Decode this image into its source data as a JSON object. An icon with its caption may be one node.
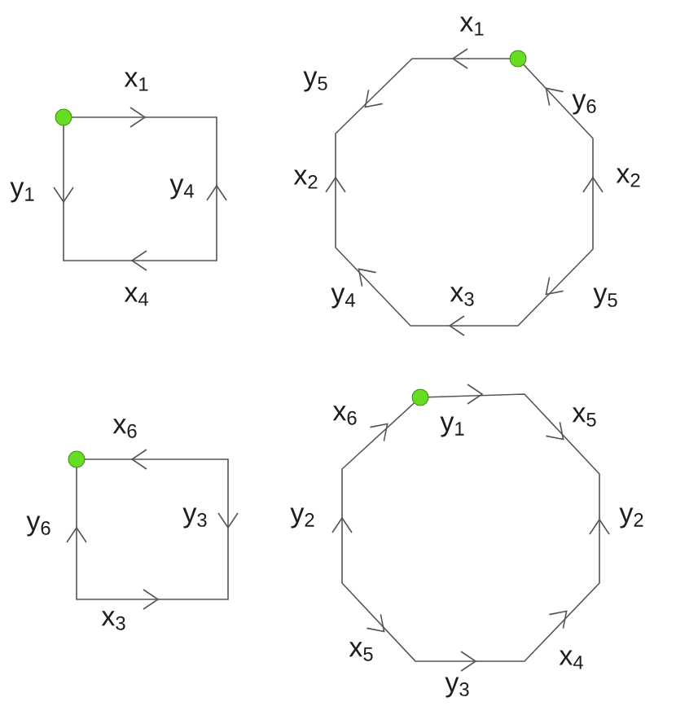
{
  "diagram": {
    "labels": [
      "x$_{1}$",
      "y$_{1}$",
      "y$_{4}$",
      "x$_{4}$",
      "x$_{1}$",
      "y$_{5}$",
      "y$_{6}$",
      "x$_{2}$",
      "x$_{2}$",
      "y$_{4}$",
      "x$_{3}$",
      "y$_{5}$",
      "x$_{6}$",
      "y$_{6}$",
      "y$_{3}$",
      "x$_{3}$",
      "x$_{6}$",
      "y$_{1}$",
      "x$_{5}$",
      "y$_{2}$",
      "y$_{2}$",
      "x$_{5}$",
      "y$_{3}$",
      "x$_{4}$"
    ]
  }
}
